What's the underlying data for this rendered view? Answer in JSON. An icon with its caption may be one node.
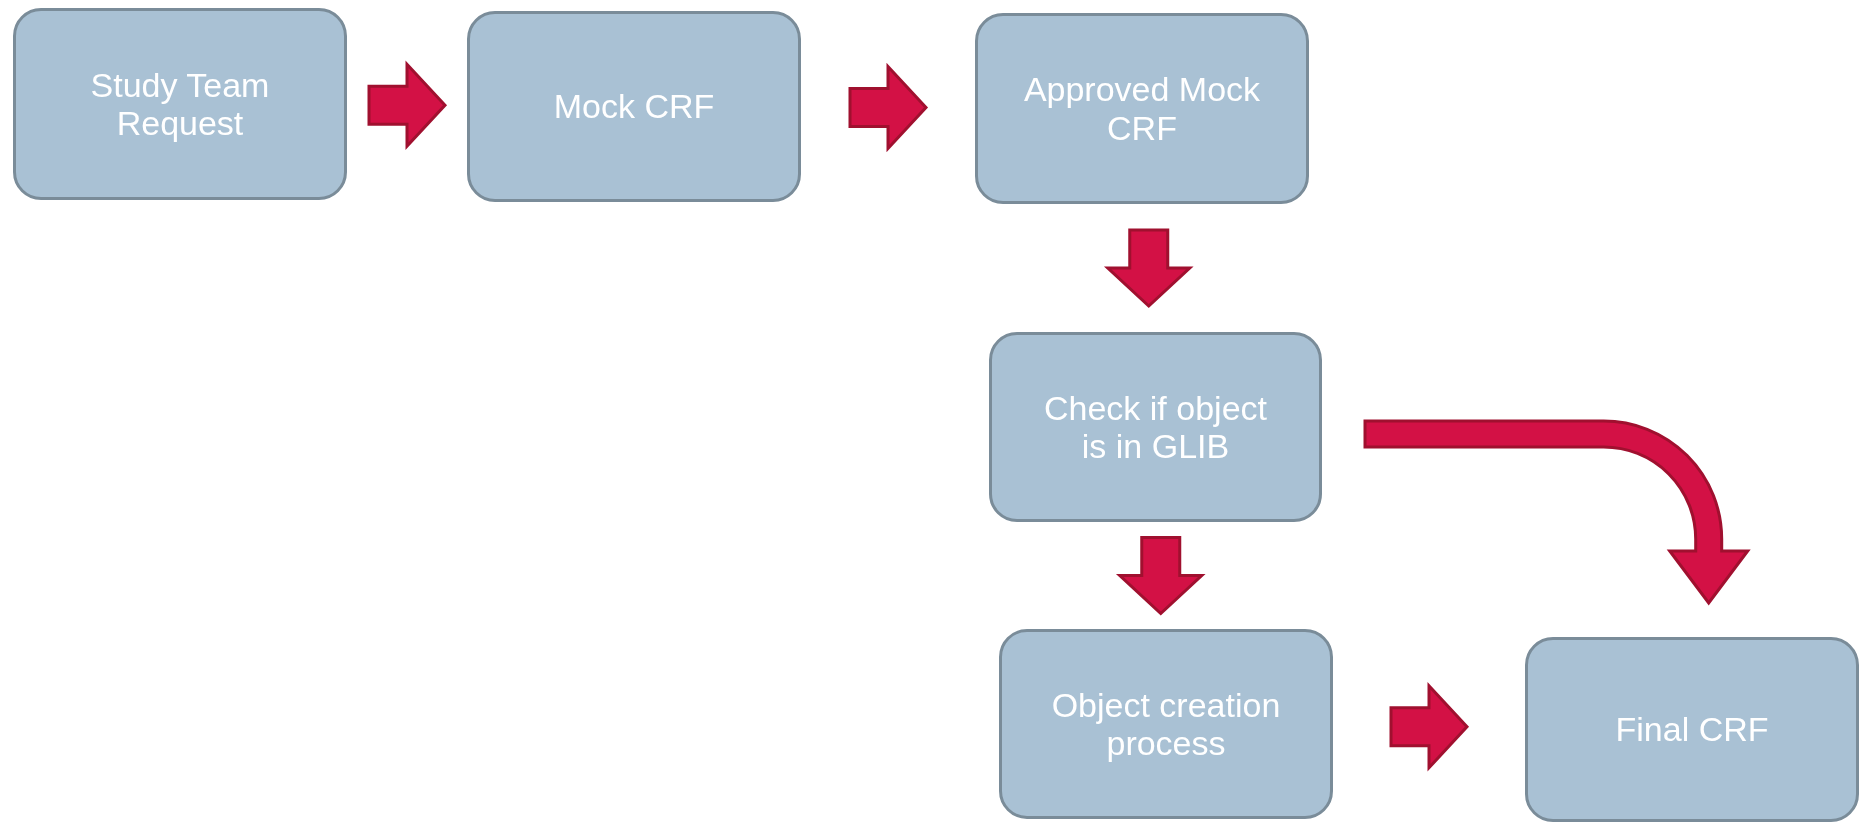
{
  "diagram": {
    "nodes": [
      {
        "text": [
          "Study Team Request"
        ]
      },
      {
        "text": [
          "Mock CRF"
        ]
      },
      {
        "text": [
          "Approved Mock CRF"
        ]
      },
      {
        "text": [
          "Check if object is in GLIB"
        ]
      },
      {
        "text": [
          "Object creation process"
        ]
      },
      {
        "text": [
          "Final CRF"
        ]
      }
    ],
    "edges": [
      {
        "from": 0,
        "to": 1,
        "arrow": "to",
        "style": "thick"
      },
      {
        "from": 1,
        "to": 2,
        "arrow": "to",
        "style": "thick"
      },
      {
        "from": 2,
        "to": 3,
        "arrow": "to",
        "style": "thick"
      },
      {
        "from": 3,
        "to": 4,
        "arrow": "to",
        "style": "thick"
      },
      {
        "from": 3,
        "to": 5,
        "arrow": "to",
        "style": "thick"
      },
      {
        "from": 4,
        "to": 5,
        "arrow": "to",
        "style": "thick"
      }
    ]
  }
}
